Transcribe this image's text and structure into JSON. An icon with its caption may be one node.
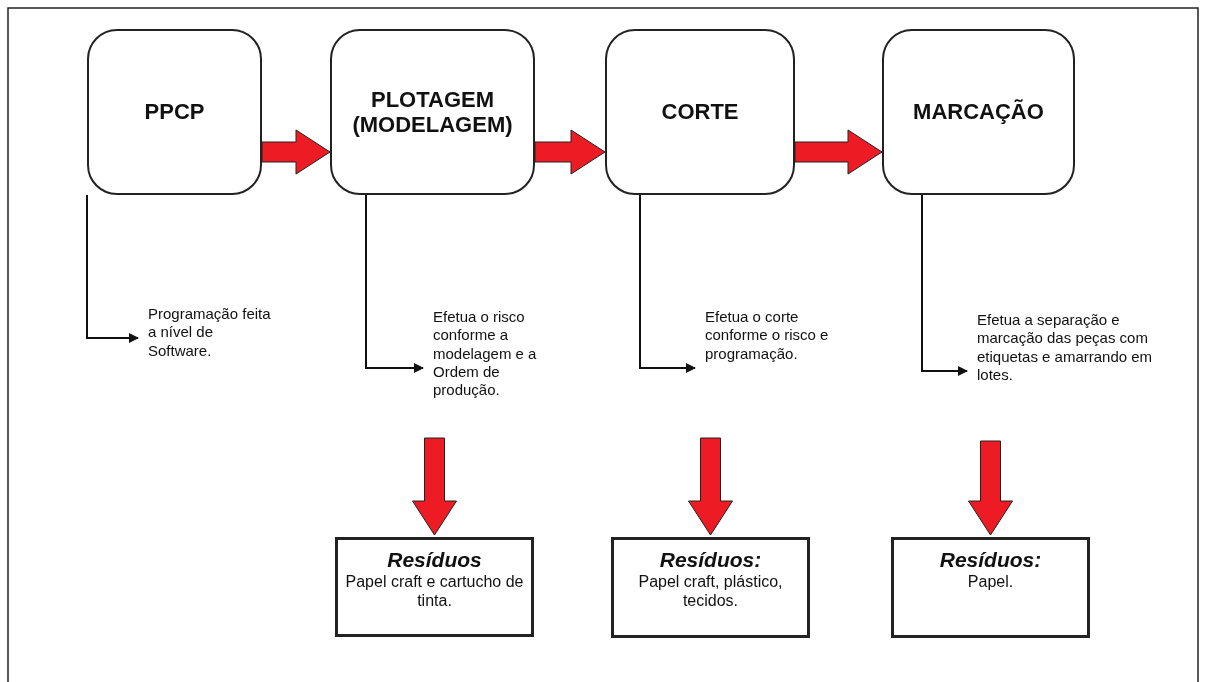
{
  "diagram": {
    "nodes": [
      {
        "text": [
          "PPCP"
        ]
      },
      {
        "text": [
          "PLOTAGEM (MODELAGEM)"
        ]
      },
      {
        "text": [
          "CORTE"
        ]
      },
      {
        "text": [
          "MARCAÇÃO"
        ]
      },
      {
        "text": [
          "Programação feita a nível de Software."
        ]
      },
      {
        "text": [
          "Efetua o risco conforme a modelagem e a Ordem de produção."
        ]
      },
      {
        "text": [
          "Efetua o corte conforme o risco e programação."
        ]
      },
      {
        "text": [
          "Efetua a separação e marcação das peças com etiquetas e amarrando em lotes."
        ]
      },
      {
        "text": [
          "Resíduos",
          "Papel craft e cartucho  de tinta."
        ]
      },
      {
        "text": [
          "Resíduos:",
          "Papel craft, plástico, tecidos."
        ]
      },
      {
        "text": [
          "Resíduos:",
          "Papel."
        ]
      }
    ],
    "edges": [
      {
        "from": 0,
        "to": 1,
        "arrow": "to",
        "style": "thick",
        "color": "#ed1c24"
      },
      {
        "from": 1,
        "to": 2,
        "arrow": "to",
        "style": "thick",
        "color": "#ed1c24"
      },
      {
        "from": 2,
        "to": 3,
        "arrow": "to",
        "style": "thick",
        "color": "#ed1c24"
      },
      {
        "from": 0,
        "to": 4,
        "arrow": "to"
      },
      {
        "from": 1,
        "to": 5,
        "arrow": "to"
      },
      {
        "from": 2,
        "to": 6,
        "arrow": "to"
      },
      {
        "from": 3,
        "to": 7,
        "arrow": "to"
      },
      {
        "from": 5,
        "to": 8,
        "arrow": "to",
        "style": "thick",
        "color": "#ed1c24"
      },
      {
        "from": 6,
        "to": 9,
        "arrow": "to",
        "style": "thick",
        "color": "#ed1c24"
      },
      {
        "from": 7,
        "to": 10,
        "arrow": "to",
        "style": "thick",
        "color": "#ed1c24"
      }
    ]
  }
}
